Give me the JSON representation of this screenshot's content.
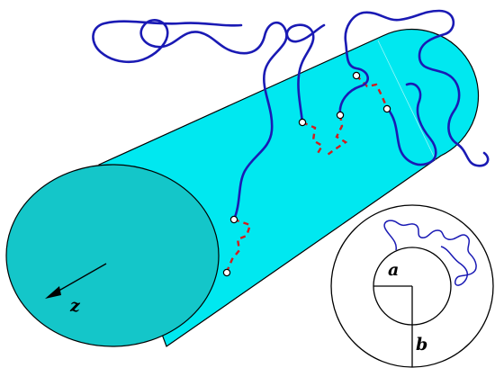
{
  "labels": {
    "axis": "z",
    "inner_radius": "a",
    "outer_radius": "b"
  },
  "colors": {
    "cylinder_side": "#00e8f0",
    "cylinder_end": "#14c6c9",
    "polymer_tether": "#1a1ab4",
    "polymer_anchor_segment": "#d21e1e",
    "outline": "#000000"
  }
}
